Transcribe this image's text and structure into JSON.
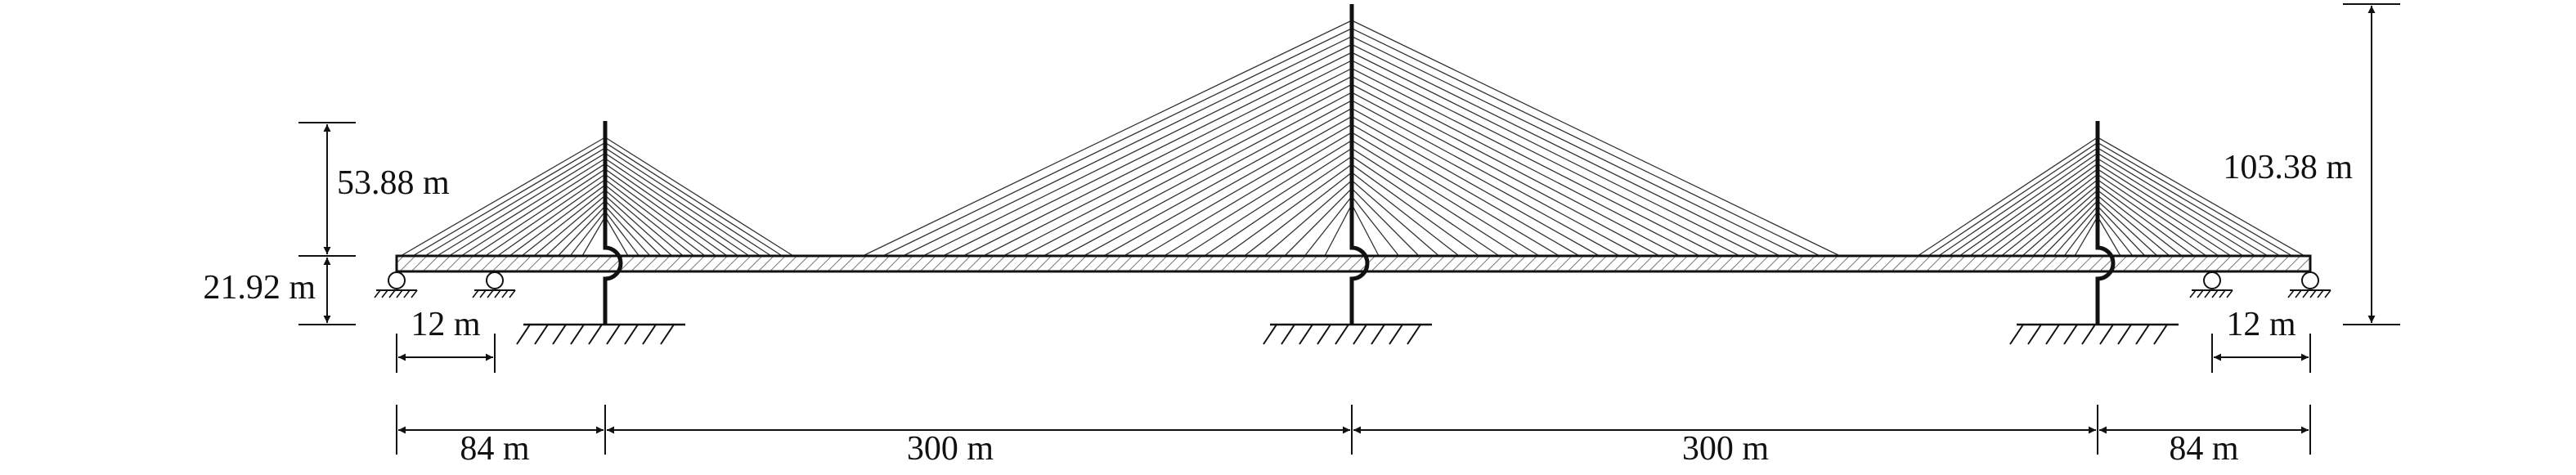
{
  "colors": {
    "ink": "#111111",
    "hatch": "#555555",
    "background": "#ffffff"
  },
  "labels": {
    "side_tower_height": "53.88 m",
    "deck_to_foundation": "21.92 m",
    "main_tower_height": "103.38 m",
    "pier_spacing_left": "12 m",
    "pier_spacing_right": "12 m",
    "span_left_side": "84 m",
    "span_left_main": "300 m",
    "span_right_main": "300 m",
    "span_right_side": "84 m"
  }
}
